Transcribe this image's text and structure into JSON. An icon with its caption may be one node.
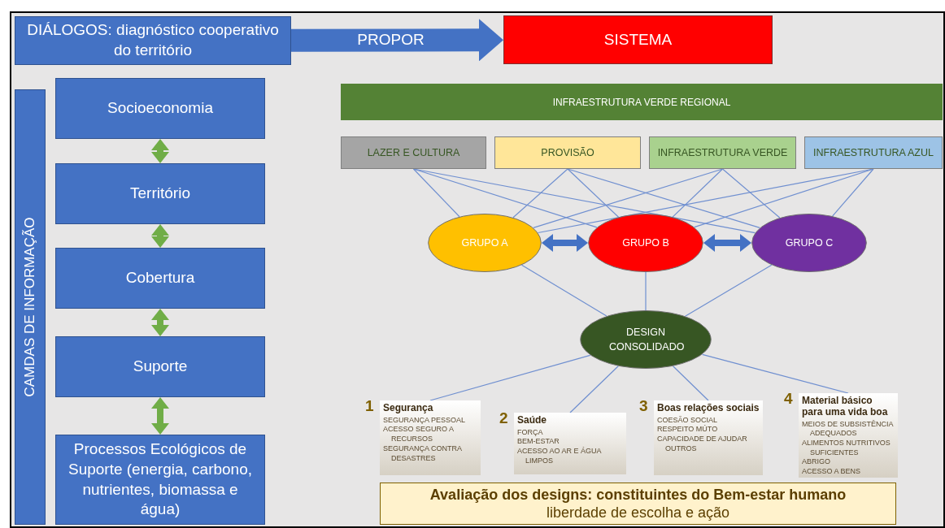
{
  "diagram": {
    "nodes": [
      {
        "text": [
          "DIÁLOGOS: diagnóstico cooperativo do território"
        ]
      },
      {
        "text": [
          "SISTEMA"
        ]
      },
      {
        "text": [
          "CAMDAS DE INFORMAÇÃO"
        ]
      },
      {
        "text": [
          "Socioeconomia"
        ]
      },
      {
        "text": [
          "Território"
        ]
      },
      {
        "text": [
          "Cobertura"
        ]
      },
      {
        "text": [
          "Suporte"
        ]
      },
      {
        "text": [
          "Processos Ecológicos de Suporte (energia, carbono, nutrientes, biomassa e água)"
        ]
      },
      {
        "text": [
          "INFRAESTRUTURA VERDE REGIONAL"
        ]
      },
      {
        "text": [
          "LAZER E CULTURA"
        ]
      },
      {
        "text": [
          "PROVISÃO"
        ]
      },
      {
        "text": [
          "INFRAESTRUTURA VERDE"
        ]
      },
      {
        "text": [
          "INFRAESTRUTURA AZUL"
        ]
      },
      {
        "text": [
          "GRUPO A"
        ]
      },
      {
        "text": [
          "GRUPO B"
        ]
      },
      {
        "text": [
          "GRUPO C"
        ]
      },
      {
        "text": [
          "DESIGN CONSOLIDADO"
        ]
      },
      {
        "text": [
          "Segurança",
          "SEGURANÇA PESSOAL",
          "ACESSO SEGURO A RECURSOS",
          "SEGURANÇA CONTRA DESASTRES"
        ],
        "beside": [
          "1"
        ]
      },
      {
        "text": [
          "Saúde",
          "FORÇA",
          "BEM-ESTAR",
          "ACESSO AO AR E ÁGUA LIMPOS"
        ],
        "beside": [
          "2"
        ]
      },
      {
        "text": [
          "Boas relações sociais",
          "COESÃO SOCIAL",
          "RESPEITO MÚTO",
          "CAPACIDADE DE AJUDAR OUTROS"
        ],
        "beside": [
          "3"
        ]
      },
      {
        "text": [
          "Material básico para uma vida boa",
          "MEIOS DE SUBSISTÊNCIA ADEQUADOS",
          "ALIMENTOS NUTRITIVOS SUFICIENTES",
          "ABRIGO",
          "ACESSO A BENS"
        ],
        "beside": [
          "4"
        ]
      },
      {
        "text": [
          "Avaliação dos designs: constituintes do Bem-estar humano",
          "liberdade de escolha e ação"
        ]
      }
    ],
    "edges": [
      {
        "from": 0,
        "to": 1,
        "arrow": "to",
        "label": "PROPOR",
        "style": "thick",
        "color": "#4472c4"
      },
      {
        "from": 3,
        "to": 4,
        "arrow": "both",
        "style": "thick",
        "color": "#70ad47"
      },
      {
        "from": 4,
        "to": 5,
        "arrow": "both",
        "style": "thick",
        "color": "#70ad47"
      },
      {
        "from": 5,
        "to": 6,
        "arrow": "both",
        "style": "thick",
        "color": "#70ad47"
      },
      {
        "from": 6,
        "to": 7,
        "arrow": "both",
        "style": "thick",
        "color": "#70ad47"
      },
      {
        "from": 13,
        "to": 14,
        "arrow": "both",
        "style": "thick",
        "color": "#4472c4"
      },
      {
        "from": 14,
        "to": 15,
        "arrow": "both",
        "style": "thick",
        "color": "#4472c4"
      },
      {
        "from": 9,
        "to": 13,
        "arrow": "none"
      },
      {
        "from": 9,
        "to": 14,
        "arrow": "none"
      },
      {
        "from": 9,
        "to": 15,
        "arrow": "none"
      },
      {
        "from": 10,
        "to": 13,
        "arrow": "none"
      },
      {
        "from": 10,
        "to": 14,
        "arrow": "none"
      },
      {
        "from": 10,
        "to": 15,
        "arrow": "none"
      },
      {
        "from": 11,
        "to": 13,
        "arrow": "none"
      },
      {
        "from": 11,
        "to": 14,
        "arrow": "none"
      },
      {
        "from": 11,
        "to": 15,
        "arrow": "none"
      },
      {
        "from": 12,
        "to": 13,
        "arrow": "none"
      },
      {
        "from": 12,
        "to": 14,
        "arrow": "none"
      },
      {
        "from": 12,
        "to": 15,
        "arrow": "none"
      },
      {
        "from": 13,
        "to": 16,
        "arrow": "none"
      },
      {
        "from": 14,
        "to": 16,
        "arrow": "none"
      },
      {
        "from": 15,
        "to": 16,
        "arrow": "none"
      },
      {
        "from": 16,
        "to": 17,
        "arrow": "none"
      },
      {
        "from": 16,
        "to": 18,
        "arrow": "none"
      },
      {
        "from": 16,
        "to": 19,
        "arrow": "none"
      },
      {
        "from": 16,
        "to": 20,
        "arrow": "none"
      }
    ]
  }
}
